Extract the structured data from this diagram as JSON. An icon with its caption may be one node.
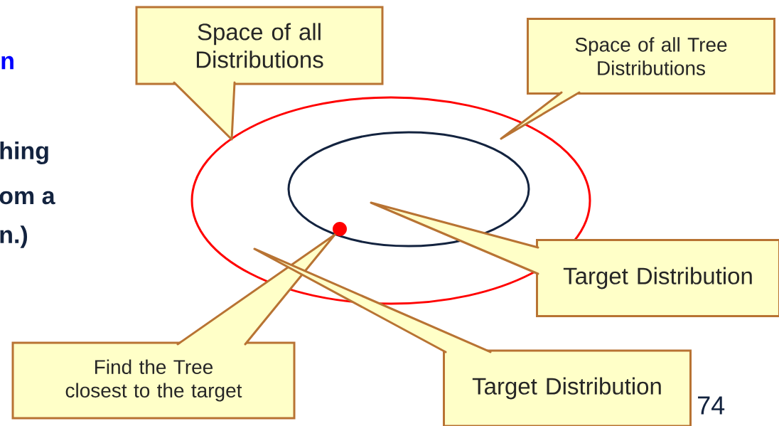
{
  "diagram": {
    "nodes": [
      {
        "text": [
          "Space of all Distributions"
        ]
      },
      {
        "text": [
          "Space of all Tree Distributions"
        ]
      },
      {
        "text": [],
        "shape": "ellipse"
      },
      {
        "text": [],
        "shape": "ellipse",
        "in": 2
      },
      {
        "text": [],
        "shape": "circle",
        "in": 3
      },
      {
        "text": [
          "Target Distribution"
        ]
      },
      {
        "text": [
          "Find the Tree closest to the target"
        ]
      },
      {
        "text": [
          "Target Distribution"
        ]
      }
    ],
    "edges": [
      {
        "from": 0,
        "to": 2,
        "arrow": "none"
      },
      {
        "from": 1,
        "to": null,
        "arrow": "none"
      },
      {
        "from": 5,
        "to": null,
        "arrow": "none"
      },
      {
        "from": 6,
        "to": 4,
        "arrow": "none"
      },
      {
        "from": 7,
        "to": null,
        "arrow": "none"
      }
    ],
    "labels": [
      "n",
      "hing",
      "om a",
      "n.)",
      "74"
    ]
  }
}
